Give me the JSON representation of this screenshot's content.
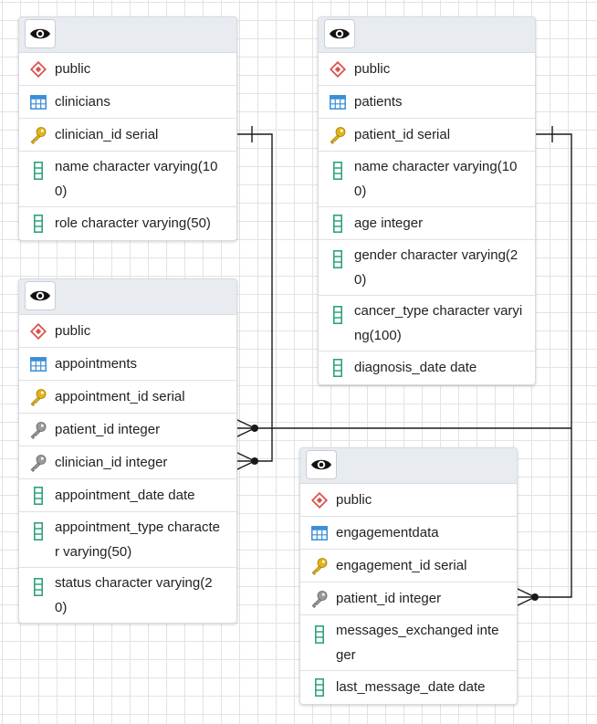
{
  "tables": {
    "clinicians": {
      "schema": "public",
      "name": "clinicians",
      "columns": [
        "clinician_id serial",
        "name character varying(10",
        "0)",
        "role character varying(50)"
      ]
    },
    "patients": {
      "schema": "public",
      "name": "patients",
      "columns": [
        "patient_id serial",
        "name character varying(10",
        "0)",
        "age integer",
        "gender character varying(2",
        "0)",
        "cancer_type character varyi",
        "ng(100)",
        "diagnosis_date date"
      ]
    },
    "appointments": {
      "schema": "public",
      "name": "appointments",
      "columns": [
        "appointment_id serial",
        "patient_id integer",
        "clinician_id integer",
        "appointment_date date",
        "appointment_type characte",
        "r varying(50)",
        "status character varying(2",
        "0)"
      ]
    },
    "engagementdata": {
      "schema": "public",
      "name": "engagementdata",
      "columns": [
        "engagement_id serial",
        "patient_id integer",
        "messages_exchanged inte",
        "ger",
        "last_message_date date"
      ]
    }
  },
  "colors": {
    "schema_icon": "#d9534f",
    "table_icon": "#3b8ed8",
    "primary_key_icon": "#e3b51b",
    "foreign_key_icon": "#8e8e8e",
    "column_icon": "#2fa37c",
    "connector": "#1a1a1a"
  },
  "icons": [
    "eye-icon",
    "schema-icon",
    "table-icon",
    "primary-key-icon",
    "foreign-key-icon",
    "column-icon"
  ]
}
